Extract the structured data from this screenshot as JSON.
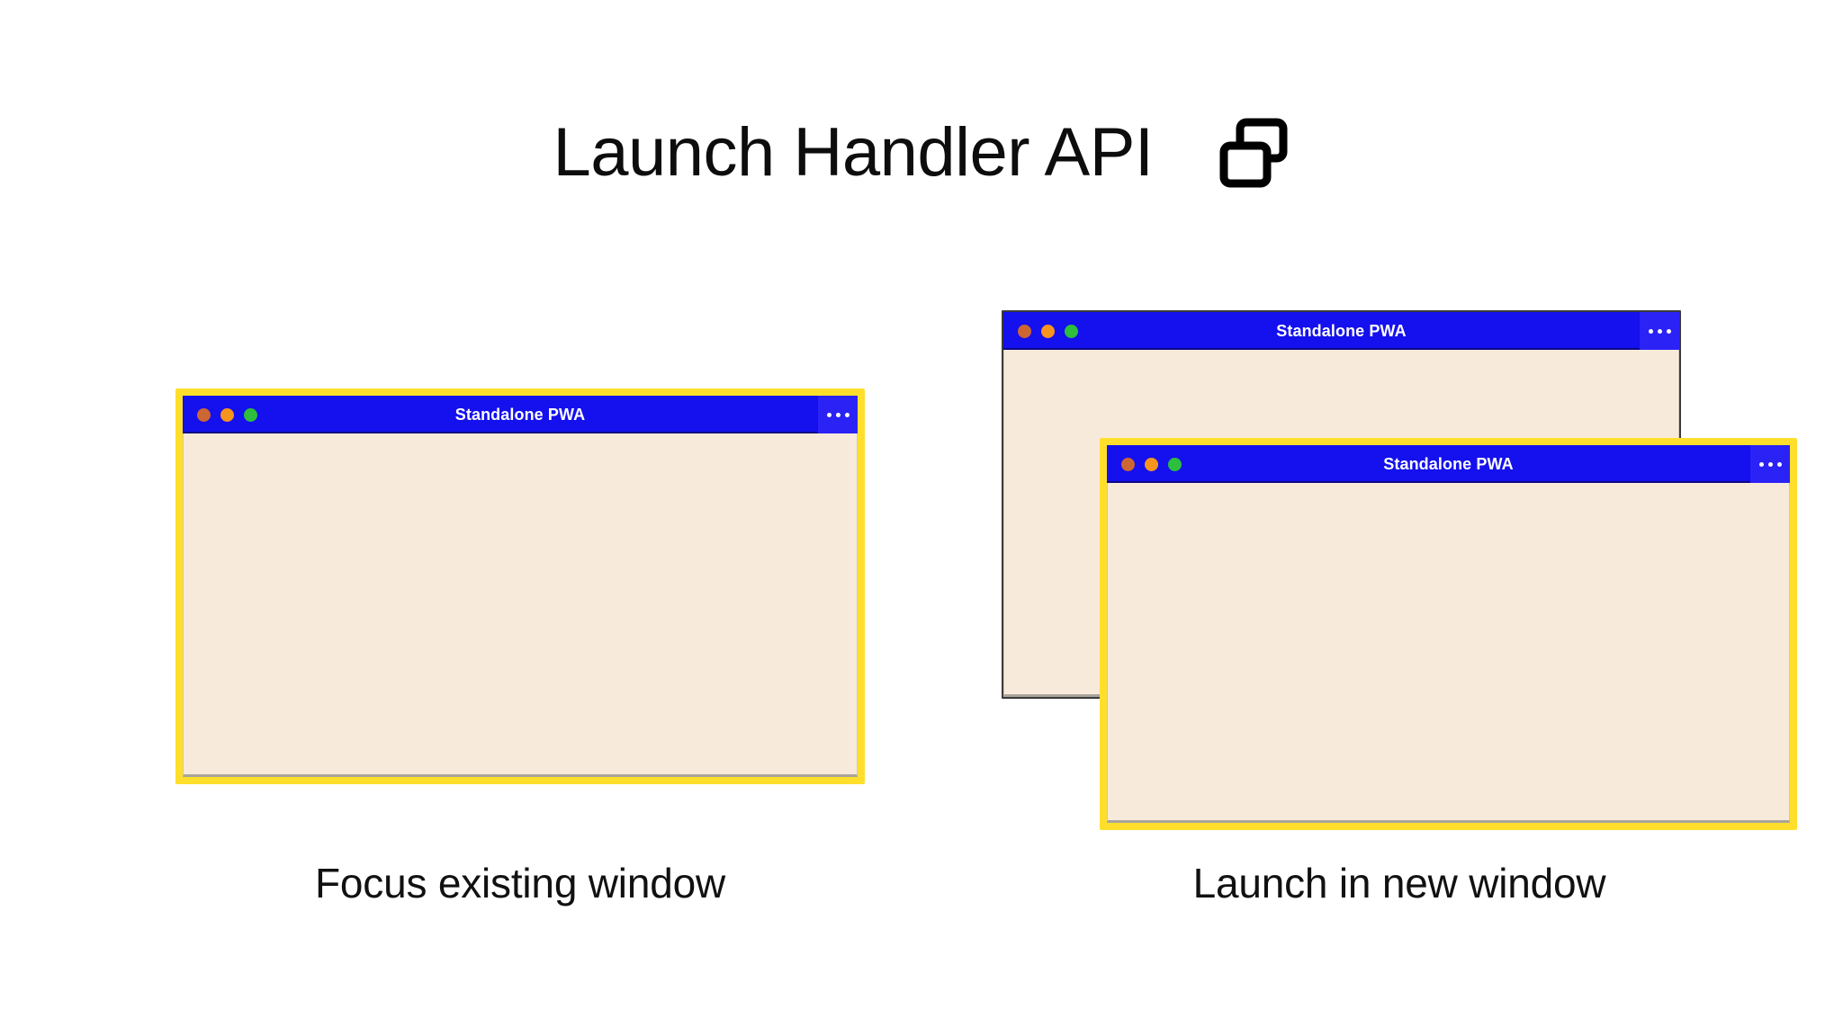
{
  "header": {
    "title": "Launch Handler API",
    "icon": "multi-window-icon"
  },
  "background_color": "#FFFFFF",
  "colors": {
    "titlebar_blue": "#1410EE",
    "menu_blue": "#2B22F5",
    "window_body_cream": "#F8EADA",
    "highlight_border_yellow": "#FFDF2B",
    "inactive_border_gray": "#3A3A3A",
    "dot_red": "#CC6633",
    "dot_amber": "#F7941E",
    "dot_green": "#2DBE3C",
    "text_dark": "#0D0D0D"
  },
  "panels": [
    {
      "id": "focus-existing",
      "caption": "Focus existing window",
      "windows": [
        {
          "id": "focus-existing-window",
          "title": "Standalone PWA",
          "highlighted": true,
          "menu_label": "•••",
          "traffic_lights": [
            "close",
            "minimize",
            "maximize"
          ]
        }
      ]
    },
    {
      "id": "launch-new",
      "caption": "Launch in new window",
      "windows": [
        {
          "id": "back-window",
          "title": "Standalone PWA",
          "highlighted": false,
          "menu_label": "•••",
          "traffic_lights": [
            "close",
            "minimize",
            "maximize"
          ]
        },
        {
          "id": "front-window",
          "title": "Standalone PWA",
          "highlighted": true,
          "menu_label": "•••",
          "traffic_lights": [
            "close",
            "minimize",
            "maximize"
          ]
        }
      ]
    }
  ]
}
